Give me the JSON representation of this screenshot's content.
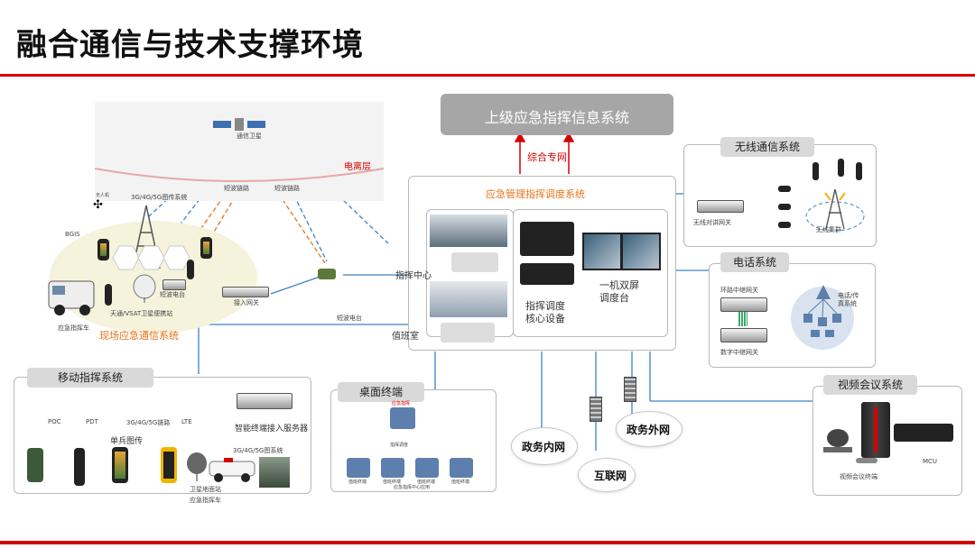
{
  "title": "融合通信与技术支撑环境",
  "top_system": "上级应急指挥信息系统",
  "comprehensive_network": "综合专网",
  "emergency_system": {
    "label": "应急管理指挥调度系统",
    "command_center": "指挥中心",
    "duty_room": "值班室",
    "core_device": "指挥调度\n核心设备",
    "dual_screen": "一机双屏\n调度台"
  },
  "field_system": {
    "label": "现场应急通信系统",
    "ionosphere": "电离层",
    "satellite": "通信卫星",
    "bgis": "BGIS",
    "uav": "无人机",
    "network": "3G/4G/5G图传系统",
    "satellite_station": "天通/VSAT卫星便携站",
    "shortwave": "短波电台",
    "shortwave2": "短波电台",
    "access_gw": "接入网关",
    "vehicle": "应急指挥车",
    "link1": "短波链路",
    "link2": "短波链路"
  },
  "mobile_system": {
    "label": "移动指挥系统",
    "poc": "POC",
    "pdt": "PDT",
    "link": "3G/4G/5G链路",
    "lte": "LTE",
    "server": "智能终端接入服务器",
    "single_soldier": "单兵图传",
    "network": "3G/4G/5G图系统",
    "sat_station": "卫星地面站",
    "vehicle": "应急指挥车"
  },
  "desktop": {
    "label": "桌面终端",
    "top_device": "应急指挥",
    "mid": "指挥调度",
    "bottom": "应急指挥中心应用",
    "terminals": [
      "值班终端",
      "值班终端",
      "值班终端",
      "值班终端"
    ]
  },
  "wireless": {
    "label": "无线通信系统",
    "gateway": "无线对讲网关",
    "cluster": "无线集群"
  },
  "phone": {
    "label": "电话系统",
    "loop_gw": "环路中继网关",
    "digital_gw": "数字中继网关",
    "sys": "电话/传真系统"
  },
  "video": {
    "label": "视频会议系统",
    "terminal": "视频会议终端",
    "mcu": "MCU"
  },
  "clouds": {
    "gov_internal": "政务内网",
    "internet": "互联网",
    "gov_external": "政务外网"
  },
  "colors": {
    "accent": "#d40000",
    "orange": "#e8741a",
    "blue": "#3c82c8"
  }
}
